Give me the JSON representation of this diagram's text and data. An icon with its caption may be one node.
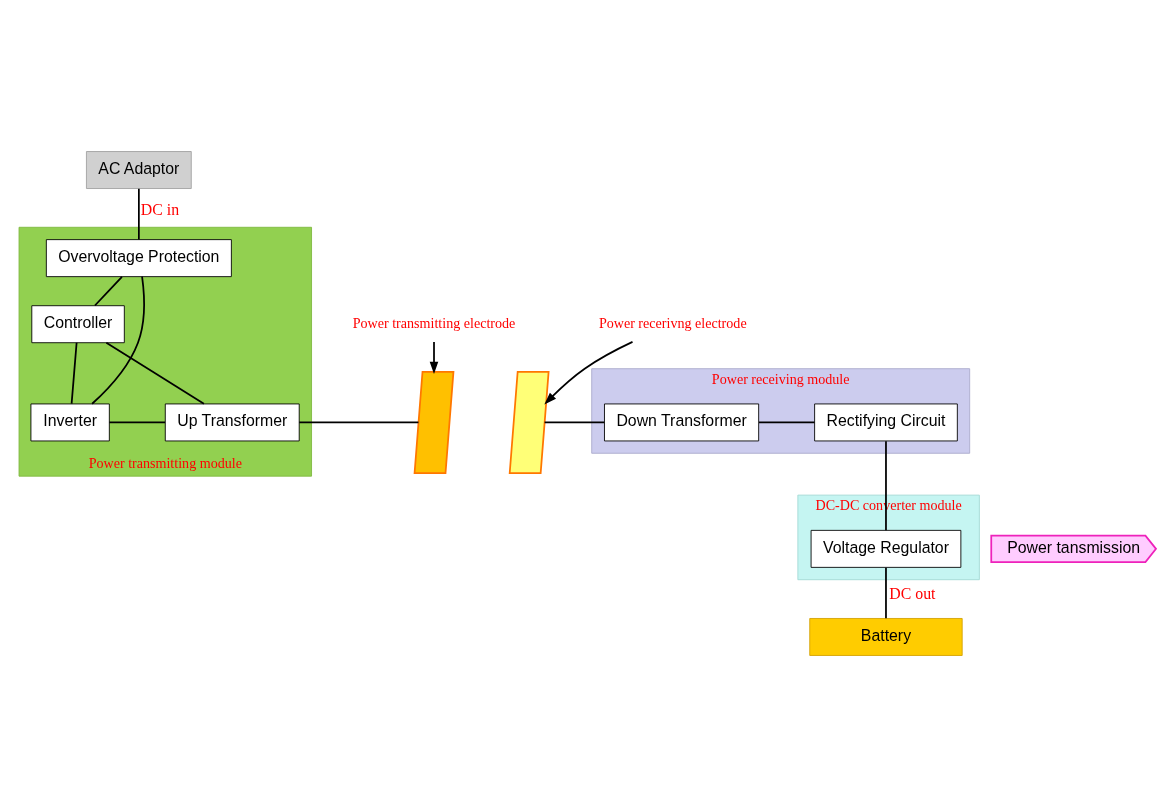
{
  "diagram": {
    "nodes": [
      {
        "text": [
          "AC Adaptor"
        ]
      },
      {
        "text": [
          "Power transmitting module"
        ]
      },
      {
        "text": [
          "Overvoltage Protection"
        ],
        "in": 1
      },
      {
        "text": [
          "Controller"
        ],
        "in": 1
      },
      {
        "text": [
          "Inverter"
        ],
        "in": 1
      },
      {
        "text": [
          "Up Transformer"
        ],
        "in": 1
      },
      {
        "text": [
          "Power transmitting electrode"
        ]
      },
      {
        "text": [],
        "shape": "parallelogram"
      },
      {
        "text": [
          "Power recerivng electrode"
        ]
      },
      {
        "text": [],
        "shape": "parallelogram"
      },
      {
        "text": [
          "Power receiving module"
        ]
      },
      {
        "text": [
          "Down Transformer"
        ],
        "in": 10
      },
      {
        "text": [
          "Rectifying Circuit"
        ],
        "in": 10
      },
      {
        "text": [
          "DC-DC converter module"
        ]
      },
      {
        "text": [
          "Voltage Regulator"
        ],
        "in": 13
      },
      {
        "text": [
          "Battery"
        ]
      },
      {
        "text": [
          "Power tansmission"
        ]
      }
    ],
    "edges": [
      {
        "from": 0,
        "to": 2,
        "arrow": "none",
        "label": "DC in"
      },
      {
        "from": 2,
        "to": 4,
        "arrow": "none"
      },
      {
        "from": 2,
        "to": 3,
        "arrow": "none"
      },
      {
        "from": 3,
        "to": 4,
        "arrow": "none"
      },
      {
        "from": 3,
        "to": 5,
        "arrow": "none"
      },
      {
        "from": 4,
        "to": 5,
        "arrow": "none"
      },
      {
        "from": 5,
        "to": 7,
        "arrow": "none"
      },
      {
        "from": 6,
        "to": 7,
        "arrow": "to"
      },
      {
        "from": 8,
        "to": 9,
        "arrow": "to"
      },
      {
        "from": 9,
        "to": 11,
        "arrow": "none"
      },
      {
        "from": 11,
        "to": 12,
        "arrow": "none"
      },
      {
        "from": 12,
        "to": 14,
        "arrow": "none"
      },
      {
        "from": 14,
        "to": 15,
        "arrow": "none",
        "label": "DC out"
      }
    ]
  }
}
